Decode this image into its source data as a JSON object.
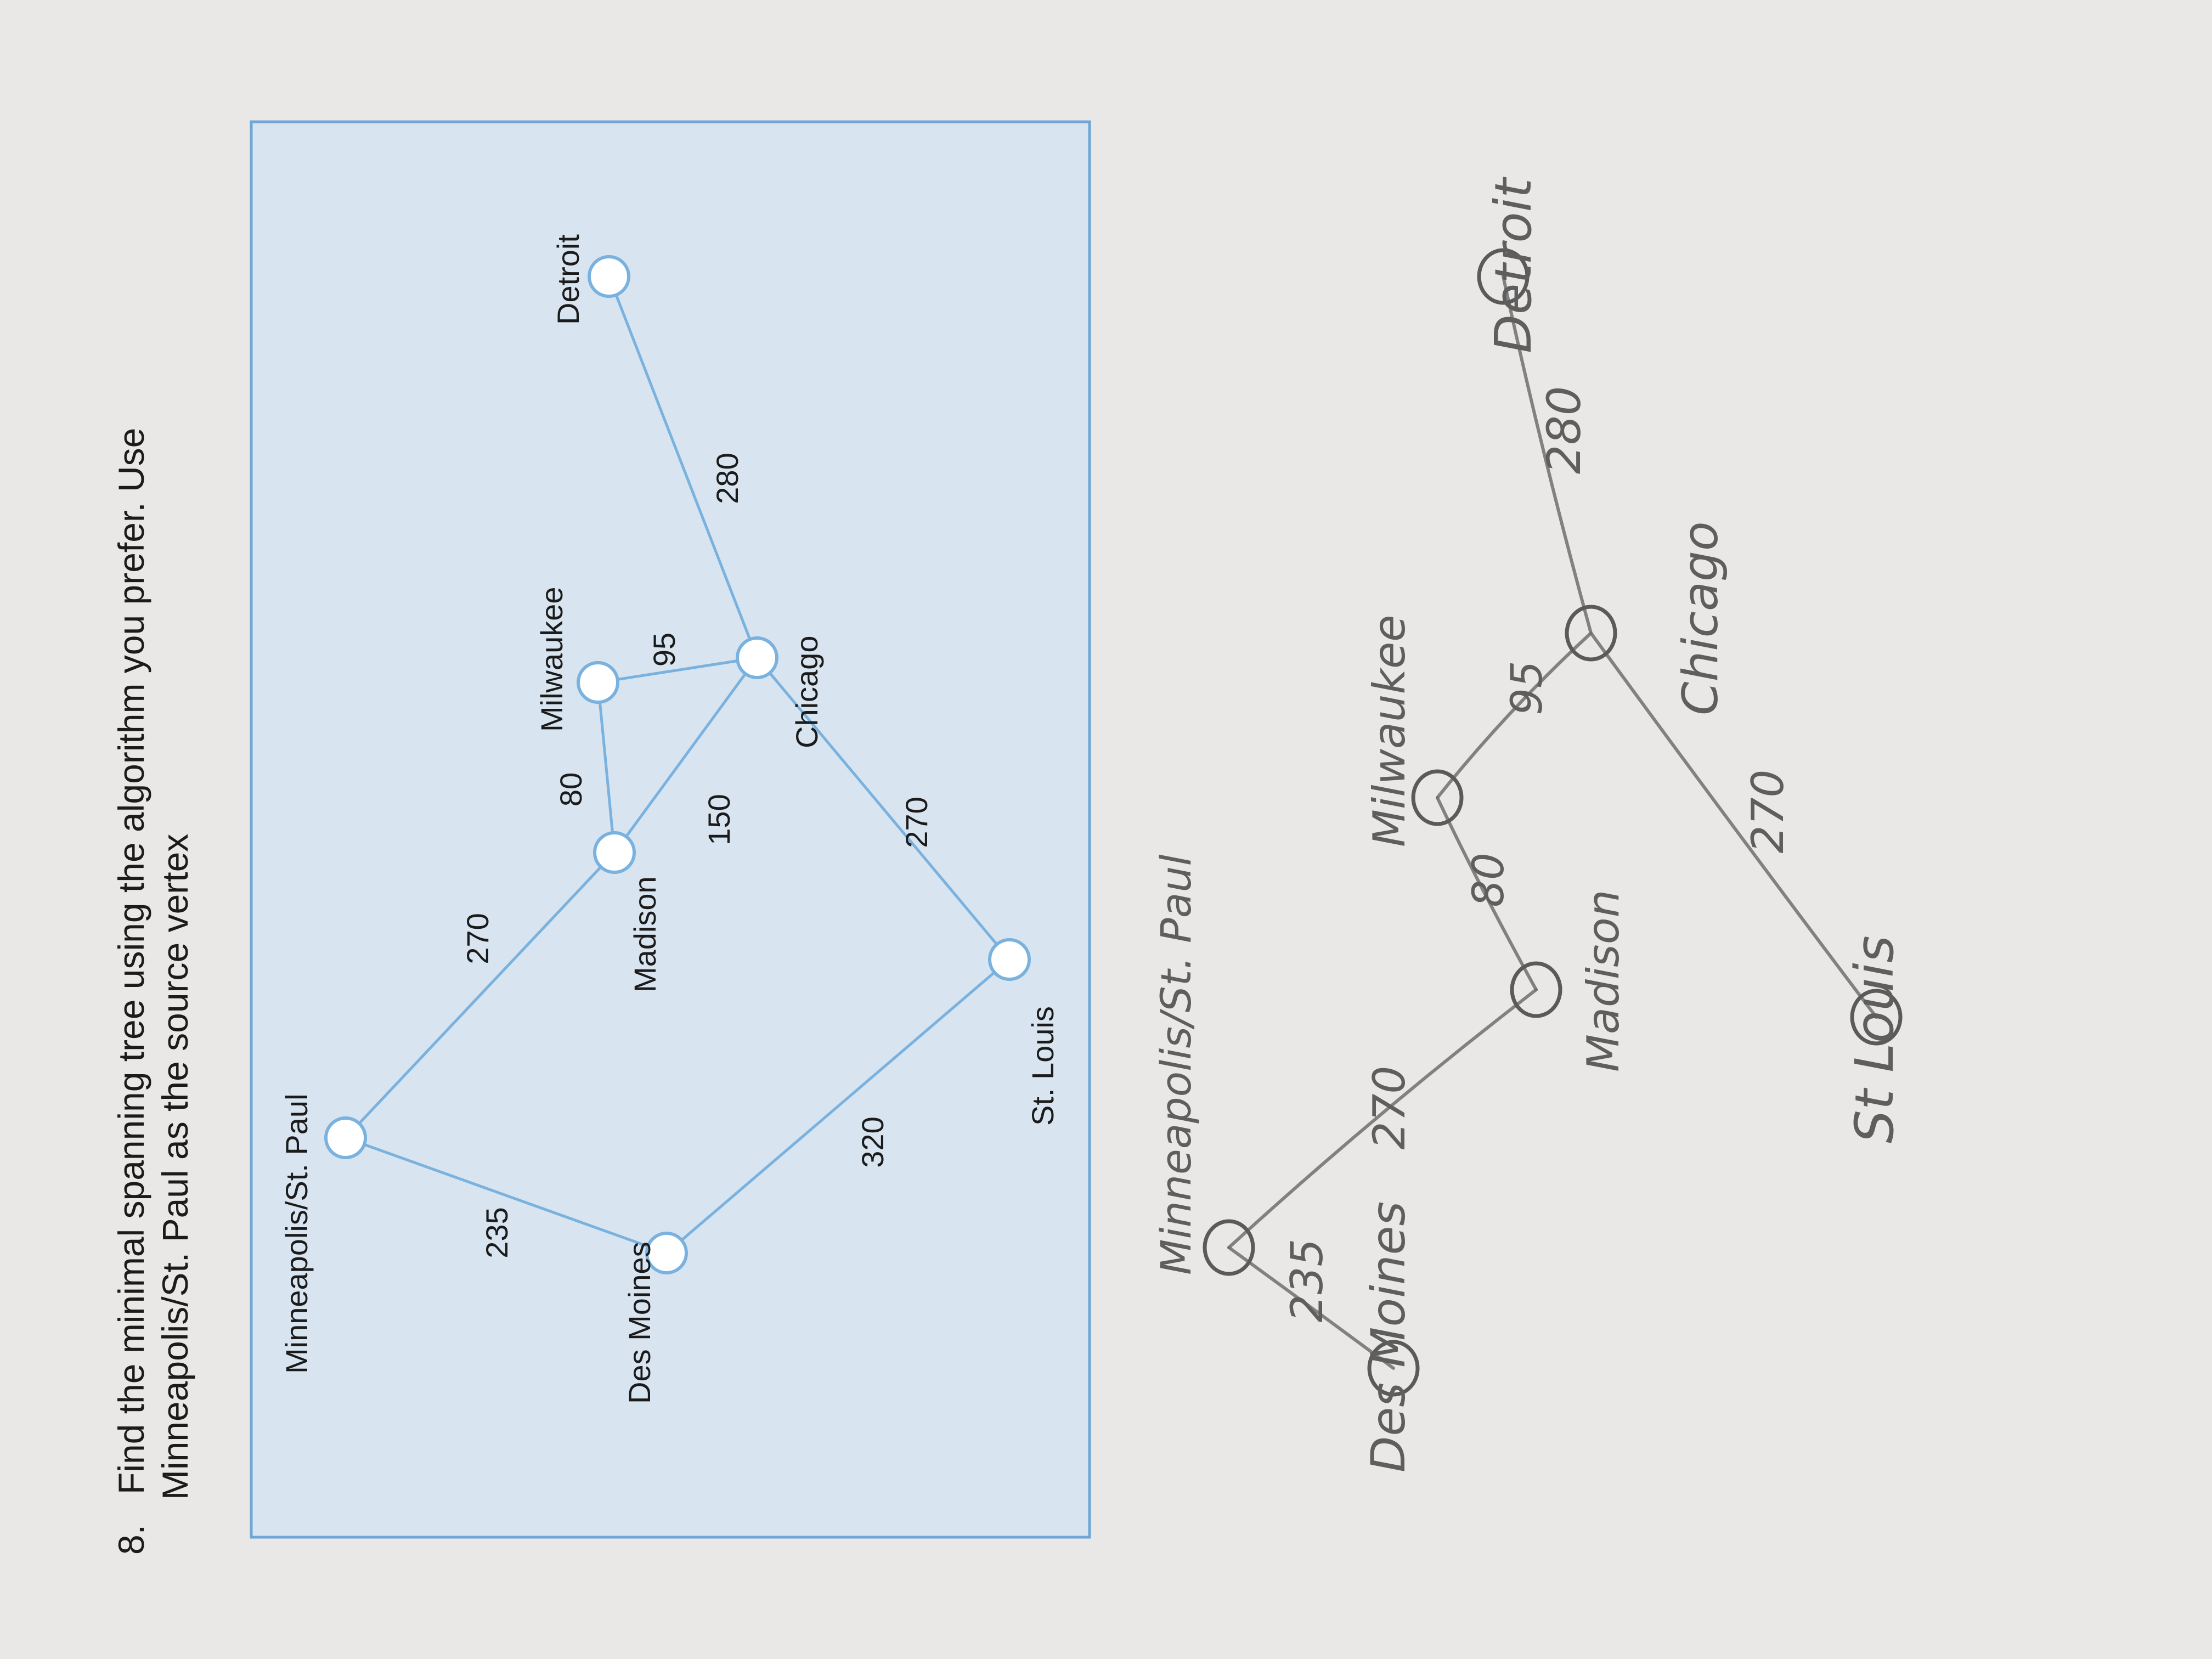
{
  "problem": {
    "number": "8.",
    "line1": "Find the minimal spanning tree using the algorithm you prefer. Use",
    "line2": "Minneapolis/St. Paul as the source vertex"
  },
  "printed_graph": {
    "nodes": [
      {
        "id": "msp",
        "label": "Minneapolis/St. Paul"
      },
      {
        "id": "desmoines",
        "label": "Des Moines"
      },
      {
        "id": "madison",
        "label": "Madison"
      },
      {
        "id": "milwaukee",
        "label": "Milwaukee"
      },
      {
        "id": "chicago",
        "label": "Chicago"
      },
      {
        "id": "stlouis",
        "label": "St. Louis"
      },
      {
        "id": "detroit",
        "label": "Detroit"
      }
    ],
    "edges": [
      {
        "from": "msp",
        "to": "desmoines",
        "weight": "235"
      },
      {
        "from": "msp",
        "to": "madison",
        "weight": "270"
      },
      {
        "from": "madison",
        "to": "milwaukee",
        "weight": "80"
      },
      {
        "from": "milwaukee",
        "to": "chicago",
        "weight": "95"
      },
      {
        "from": "madison",
        "to": "chicago",
        "weight": "150"
      },
      {
        "from": "chicago",
        "to": "stlouis",
        "weight": "270"
      },
      {
        "from": "desmoines",
        "to": "stlouis",
        "weight": "320"
      },
      {
        "from": "chicago",
        "to": "detroit",
        "weight": "280"
      }
    ]
  },
  "handwritten_tree": {
    "nodes": [
      {
        "id": "msp",
        "label": "Minneapolis/St. Paul"
      },
      {
        "id": "desmoines",
        "label": "Des Moines"
      },
      {
        "id": "madison",
        "label": "Madison"
      },
      {
        "id": "milwaukee",
        "label": "Milwaukee"
      },
      {
        "id": "chicago",
        "label": "Chicago"
      },
      {
        "id": "stlouis",
        "label": "St Louis"
      },
      {
        "id": "detroit",
        "label": "Detroit"
      }
    ],
    "edges": [
      {
        "from": "msp",
        "to": "desmoines",
        "weight": "235"
      },
      {
        "from": "msp",
        "to": "madison",
        "weight": "270"
      },
      {
        "from": "madison",
        "to": "milwaukee",
        "weight": "80"
      },
      {
        "from": "milwaukee",
        "to": "chicago",
        "weight": "95"
      },
      {
        "from": "chicago",
        "to": "stlouis",
        "weight": "270"
      },
      {
        "from": "chicago",
        "to": "detroit",
        "weight": "280"
      }
    ]
  },
  "colors": {
    "paper": "#e9e8e6",
    "box_fill": "#d8e4ef",
    "box_border": "#6fa6d6",
    "graph_blue": "#79b1df",
    "ink": "#1b1b1b",
    "pencil": "#6e6e6e"
  }
}
